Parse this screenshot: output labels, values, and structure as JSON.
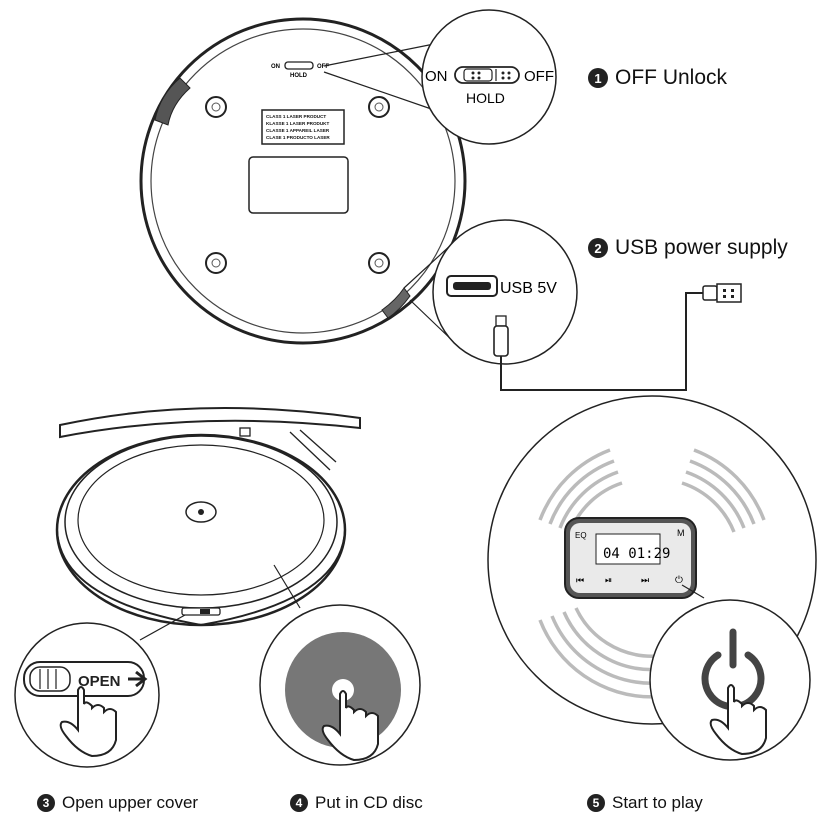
{
  "steps": [
    {
      "num": "1",
      "text": "OFF Unlock"
    },
    {
      "num": "2",
      "text": "USB power supply"
    },
    {
      "num": "3",
      "text": "Open upper cover"
    },
    {
      "num": "4",
      "text": "Put in CD disc"
    },
    {
      "num": "5",
      "text": "Start to play"
    }
  ],
  "hold_switch": {
    "on": "ON",
    "off": "OFF",
    "hold": "HOLD"
  },
  "usb_port_label": "USB 5V",
  "laser_label_lines": [
    "CLASS 1 LASER PRODUCT",
    "KLASSE 1 LASER PRODUKT",
    "CLASSE 1 APPAREIL LASER",
    "CLASE 1 PRODUCTO LASER"
  ],
  "open_button_label": "OPEN",
  "display": {
    "time": "04 01:29",
    "eq": "EQ",
    "mode": "M"
  }
}
